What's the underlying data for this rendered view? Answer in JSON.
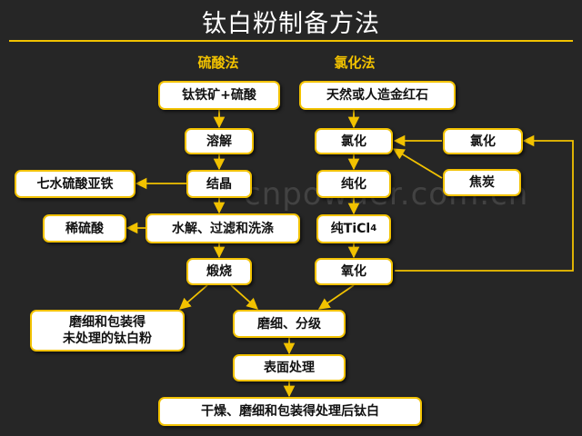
{
  "title": "钛白粉制备方法",
  "columns": {
    "sulfate_label": "硫酸法",
    "chloride_label": "氯化法"
  },
  "nodes": {
    "ilmenite_acid": "钛铁矿+硫酸",
    "dissolve": "溶解",
    "crystallize": "结晶",
    "ferrous_sulfate": "七水硫酸亚铁",
    "hydrolysis": "水解、过滤和洗涤",
    "dilute_acid": "稀硫酸",
    "calcine": "煅烧",
    "untreated_line1": "磨细和包装得",
    "untreated_line2": "未处理的钛白粉",
    "rutile": "天然或人造金红石",
    "chlorinate": "氯化",
    "chlorine": "氯化",
    "purify": "纯化",
    "coke": "焦炭",
    "ticl4_main": "纯TiCl",
    "ticl4_sub": "4",
    "oxidize": "氧化",
    "grind_classify": "磨细、分级",
    "surface_treat": "表面处理",
    "final": "干燥、磨细和包装得处理后钛白"
  },
  "watermark": "cnpowder.com.cn",
  "colors": {
    "accent": "#f2c200",
    "background": "#262626",
    "box": "#ffffff"
  }
}
